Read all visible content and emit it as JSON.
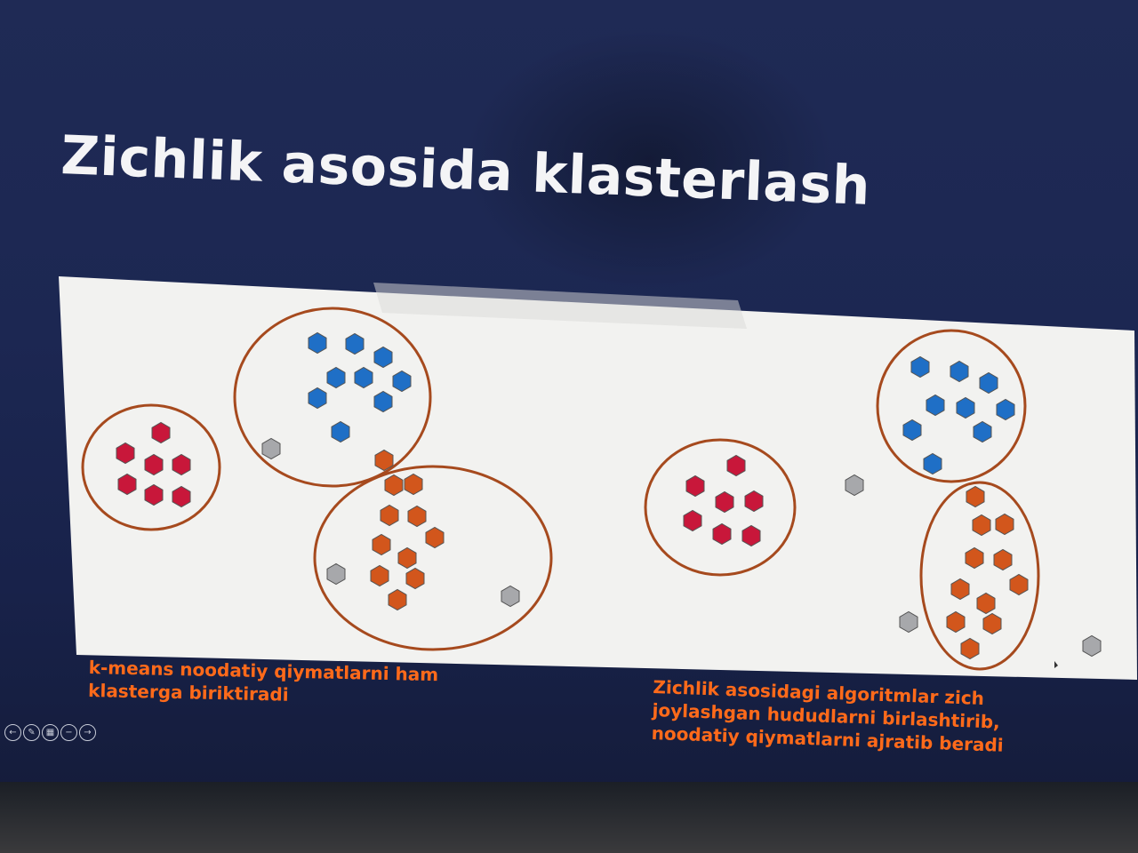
{
  "slide": {
    "title": "Zichlik asosida klasterlash",
    "caption_left": "k-means noodatiy qiymatlarni ham\nklasterga biriktiradi",
    "caption_right": "Zichlik asosidagi algoritmlar zich\njoylashgan hududlarni birlashtirib,\nnoodatiy qiymatlarni ajratib beradi"
  },
  "colors": {
    "red": "#c8173a",
    "blue": "#1f6fc6",
    "orange": "#d2561c",
    "gray": "#a7a8ab",
    "ring": "#a64a1e",
    "caption": "#ff6a1a"
  },
  "controls": [
    {
      "icon": "back-icon",
      "glyph": "←"
    },
    {
      "icon": "pen-icon",
      "glyph": "✎"
    },
    {
      "icon": "slides-icon",
      "glyph": "▦"
    },
    {
      "icon": "zoom-out-icon",
      "glyph": "−"
    },
    {
      "icon": "forward-icon",
      "glyph": "→"
    }
  ]
}
